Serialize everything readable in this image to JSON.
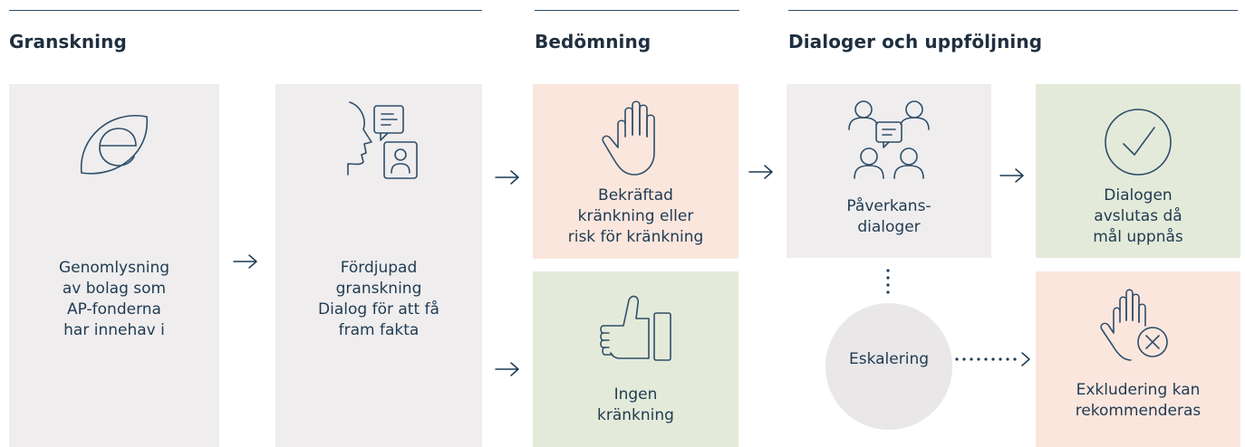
{
  "sections": {
    "granskning": "Granskning",
    "bedomning": "Bedömning",
    "dialoger": "Dialoger och uppföljning"
  },
  "boxes": {
    "genomlysning": [
      "Genomlysning",
      "av bolag som",
      "AP-fonderna",
      "har innehav i"
    ],
    "fordjupad": [
      "Fördjupad",
      "granskning",
      "Dialog för att få",
      "fram fakta"
    ],
    "bekraftad": [
      "Bekräftad",
      "kränkning eller",
      "risk för kränkning"
    ],
    "ingen": [
      "Ingen",
      "kränkning"
    ],
    "paverkans": [
      "Påverkans-",
      "dialoger"
    ],
    "avslutas": [
      "Dialogen",
      "avslutas då",
      "mål uppnås"
    ],
    "exkludering": [
      "Exkludering kan",
      "rekommenderas"
    ]
  },
  "escalation": "Eskalering",
  "colors": {
    "text": "#1f3b52",
    "heading": "#1f2f3f",
    "icon_stroke": "#2e4e6a",
    "grey_box": "#efedee",
    "peach_box": "#fbe6dd",
    "green_box": "#e4ead9",
    "circle": "#e9e7e8"
  },
  "icons": {
    "genomlysning": "leaf-e-logo-icon",
    "fordjupad": "profile-dialogue-icon",
    "bekraftad": "raised-hand-icon",
    "ingen": "thumbs-up-icon",
    "paverkans": "group-chat-icon",
    "avslutas": "checkmark-circle-icon",
    "exkludering": "hand-with-x-icon",
    "arrow": "right-arrow-icon"
  }
}
